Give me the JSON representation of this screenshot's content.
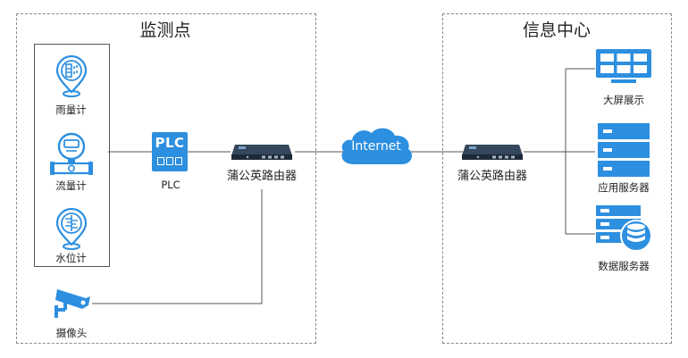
{
  "left_zone": {
    "title": "监测点",
    "sensors": [
      {
        "label": "雨量计",
        "icon": "rain-gauge-icon"
      },
      {
        "label": "流量计",
        "icon": "flow-meter-icon"
      },
      {
        "label": "水位计",
        "icon": "water-level-icon"
      }
    ],
    "camera": {
      "label": "摄像头",
      "icon": "camera-icon"
    },
    "plc": {
      "label": "PLC",
      "icon_text": "PLC"
    },
    "router": {
      "label": "蒲公英路由器"
    }
  },
  "cloud": {
    "label": "Internet"
  },
  "right_zone": {
    "title": "信息中心",
    "router": {
      "label": "蒲公英路由器"
    },
    "endpoints": [
      {
        "label": "大屏展示",
        "icon": "large-screen-icon"
      },
      {
        "label": "应用服务器",
        "icon": "app-server-icon"
      },
      {
        "label": "数据服务器",
        "icon": "data-server-icon"
      }
    ]
  },
  "colors": {
    "accent": "#2d8fe0",
    "line": "#555555",
    "frame": "#888888",
    "device": "#1e2a38"
  }
}
